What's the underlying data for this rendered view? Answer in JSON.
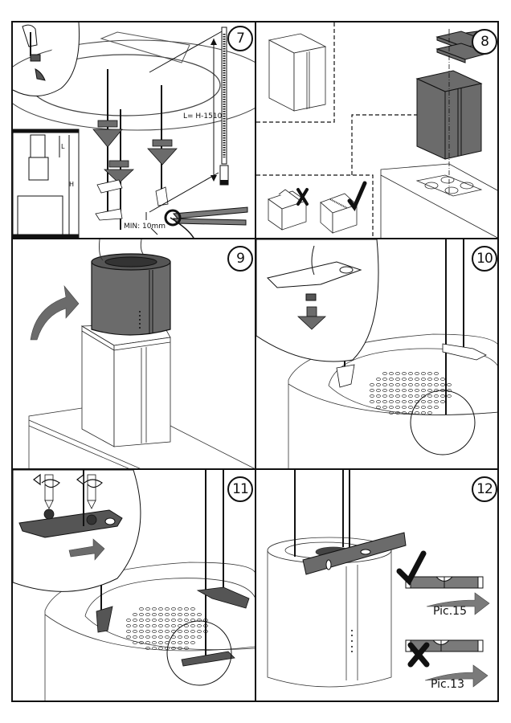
{
  "document": {
    "type": "installation-instructions",
    "frame_color": "#111111",
    "accent_gray": "#6b6b6b"
  },
  "panels": [
    {
      "step": "7",
      "labels": {
        "length_formula": "L= H-1510",
        "min_cut": "MIN: 10mm",
        "dim_l": "L",
        "dim_h": "H"
      },
      "icons": [
        "ceiling-plate",
        "suspension-cable",
        "down-arrow",
        "cable-clamp",
        "pliers",
        "threaded-rod",
        "detail-magnifier"
      ]
    },
    {
      "step": "8",
      "icons": [
        "chimney-box",
        "filter-plates",
        "carton-box-wrong",
        "carton-box-correct",
        "cross-mark",
        "check-mark",
        "cooktop"
      ]
    },
    {
      "step": "9",
      "icons": [
        "cylinder-hood",
        "curved-arrow",
        "support-box"
      ]
    },
    {
      "step": "10",
      "icons": [
        "bracket-plate",
        "down-arrow",
        "perforated-grid",
        "detail-magnifier"
      ]
    },
    {
      "step": "11",
      "icons": [
        "screwdriver",
        "rotate-arrow",
        "bracket-plate",
        "right-arrow",
        "perforated-grid",
        "detail-magnifier"
      ]
    },
    {
      "step": "12",
      "labels": {
        "ref_ok": "Pic.15",
        "ref_not_ok": "Pic.13"
      },
      "icons": [
        "spirit-level",
        "check-mark",
        "cross-mark",
        "right-arrow"
      ]
    }
  ]
}
